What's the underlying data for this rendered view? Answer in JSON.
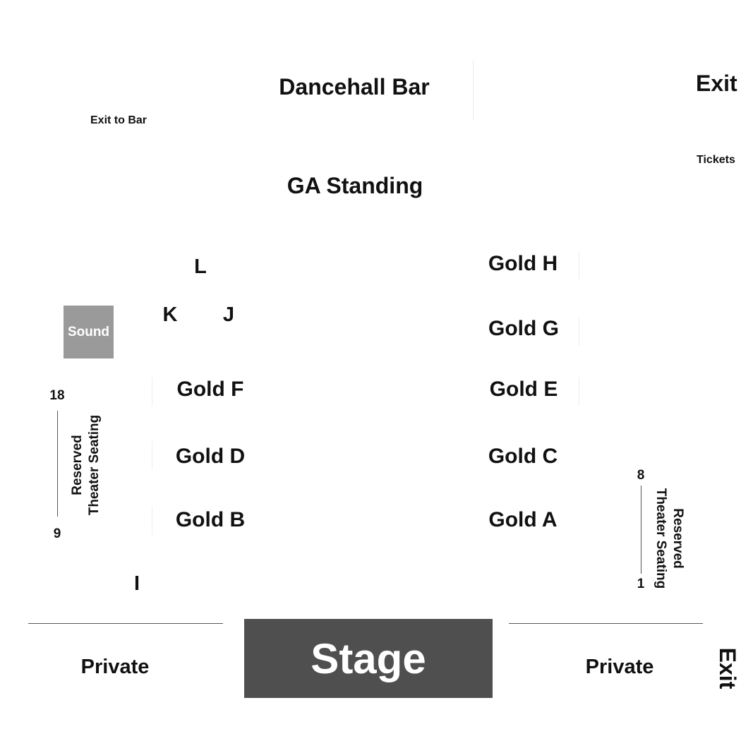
{
  "labels": {
    "dancehall_bar": "Dancehall Bar",
    "exit_top": "Exit",
    "exit_to_bar": "Exit to Bar",
    "tickets": "Tickets",
    "ga_standing": "GA Standing",
    "sound": "Sound",
    "stage": "Stage",
    "private_left": "Private",
    "private_right": "Private",
    "exit_bottom": "Exit"
  },
  "sections": {
    "L": "L",
    "K": "K",
    "J": "J",
    "I": "I",
    "gold_h": "Gold H",
    "gold_g": "Gold G",
    "gold_f": "Gold F",
    "gold_e": "Gold E",
    "gold_d": "Gold D",
    "gold_c": "Gold C",
    "gold_b": "Gold B",
    "gold_a": "Gold A"
  },
  "reserved_left": {
    "line1": "Reserved",
    "line2": "Theater Seating",
    "start": "18",
    "end": "9"
  },
  "reserved_right": {
    "line1": "Reserved",
    "line2": "Theater Seating",
    "start": "8",
    "end": "1"
  },
  "colors": {
    "sound_box": "#9a9a9a",
    "stage_box": "#4f4f4f",
    "text": "#111111",
    "line": "#555555"
  }
}
